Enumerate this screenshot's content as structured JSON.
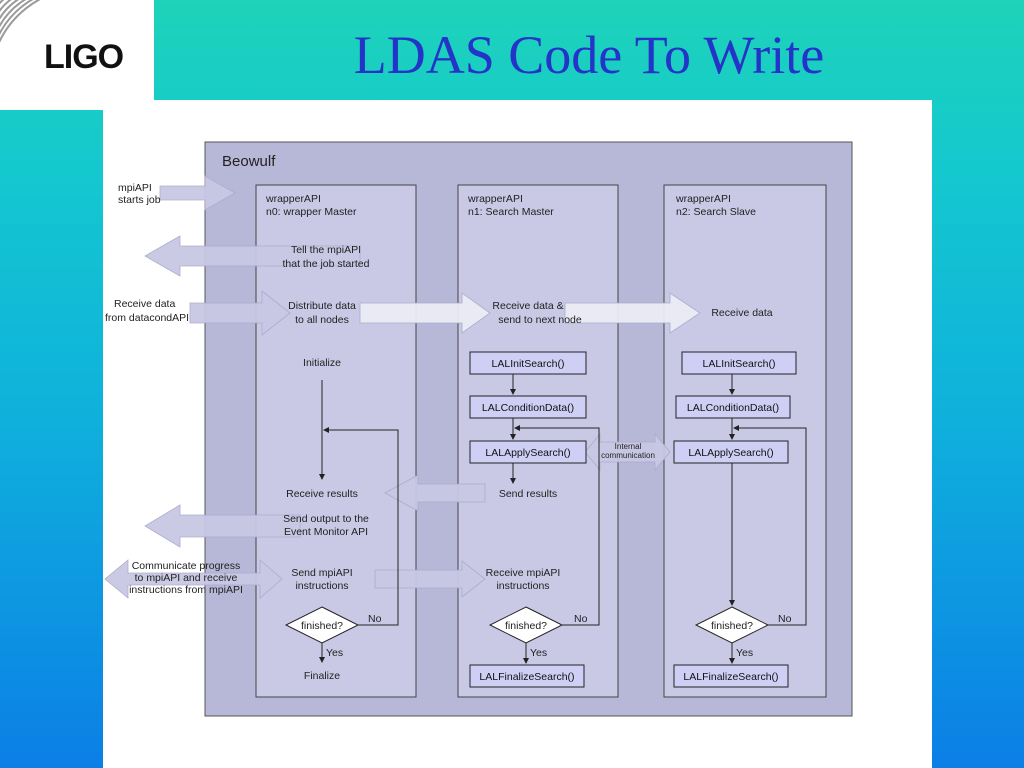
{
  "slide": {
    "title": "LDAS Code To Write",
    "logo": "LIGO"
  },
  "diagram": {
    "container_label": "Beowulf",
    "colors": {
      "panel": "#b7b7d8",
      "column": "#c9c9e6",
      "function_box": "#cfcff5",
      "arrow": "#c8c8e4"
    },
    "columns": [
      {
        "line1": "wrapperAPI",
        "line2": "n0: wrapper Master"
      },
      {
        "line1": "wrapperAPI",
        "line2": "n1: Search Master"
      },
      {
        "line1": "wrapperAPI",
        "line2": "n2: Search Slave"
      }
    ],
    "external": {
      "mpi_start": [
        "mpiAPI",
        "starts job"
      ],
      "receive_datacond": [
        "Receive data",
        "from datacondAPI"
      ],
      "communicate": [
        "Communicate progress",
        "to mpiAPI and receive",
        "instructions from mpiAPI"
      ]
    },
    "master_steps": {
      "tell": [
        "Tell the mpiAPI",
        "that the job started"
      ],
      "distribute": [
        "Distribute data",
        "to all nodes"
      ],
      "initialize": "Initialize",
      "receive_results": "Receive results",
      "send_output": [
        "Send output to the",
        "Event Monitor API"
      ],
      "send_instructions": [
        "Send mpiAPI",
        "instructions"
      ],
      "finished": "finished?",
      "no": "No",
      "yes": "Yes",
      "finalize": "Finalize"
    },
    "search_master_steps": {
      "receive_send": [
        "Receive data &",
        "send to next node"
      ],
      "init": "LALInitSearch()",
      "condition": "LALConditionData()",
      "apply": "LALApplySearch()",
      "send_results": "Send results",
      "receive_instructions": [
        "Receive mpiAPI",
        "instructions"
      ],
      "finished": "finished?",
      "no": "No",
      "yes": "Yes",
      "finalize": "LALFinalizeSearch()"
    },
    "slave_steps": {
      "receive": "Receive data",
      "init": "LALInitSearch()",
      "condition": "LALConditionData()",
      "apply": "LALApplySearch()",
      "finished": "finished?",
      "no": "No",
      "yes": "Yes",
      "finalize": "LALFinalizeSearch()"
    },
    "internal_comm": [
      "Internal",
      "communication"
    ]
  }
}
